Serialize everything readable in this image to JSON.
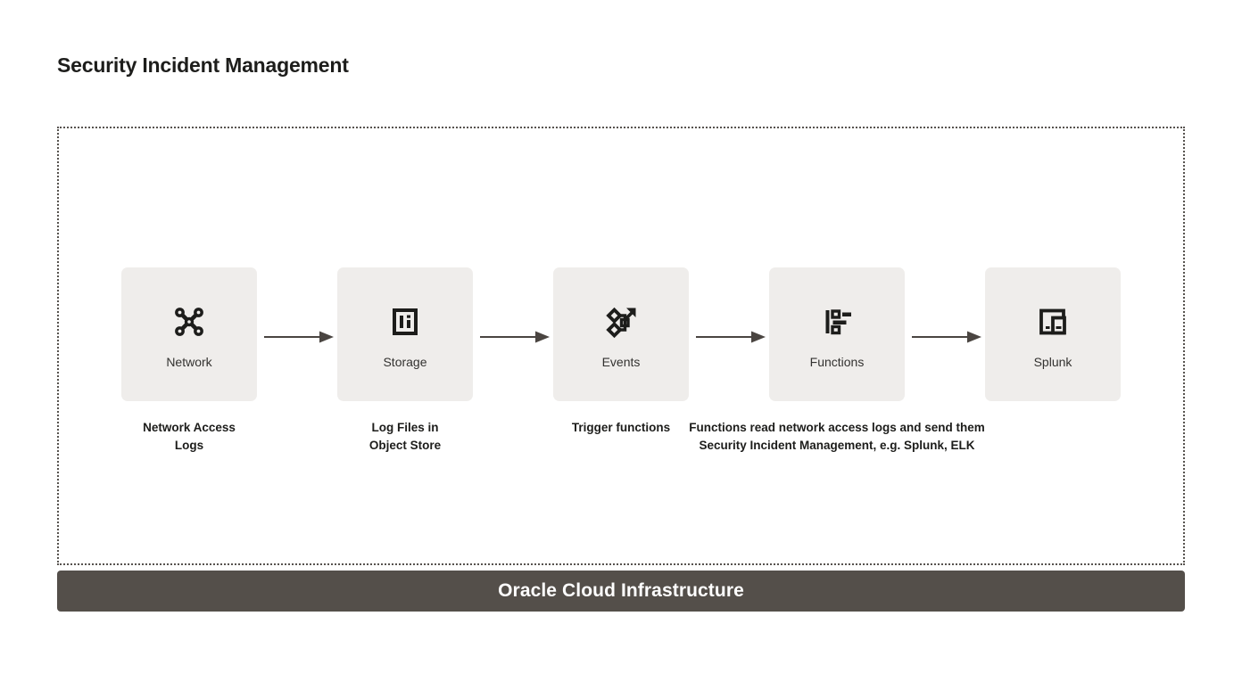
{
  "title": "Security Incident Management",
  "platform_band": {
    "label": "Oracle Cloud Infrastructure",
    "color": "#544F4A",
    "text_color": "#FFFFFF"
  },
  "region": {
    "border_style": "dotted",
    "border_color": "#57534F"
  },
  "theme": {
    "card_background": "#EFEDEB",
    "icon_color": "#1D1D1B",
    "arrow_color": "#4A4541",
    "text_color": "#1D1D1B",
    "label_color": "#333230"
  },
  "flow": {
    "nodes": [
      {
        "id": "network",
        "label": "Network",
        "icon": "network-hub-icon",
        "caption": "Network Access\nLogs"
      },
      {
        "id": "storage",
        "label": "Storage",
        "icon": "storage-drive-icon",
        "caption": "Log Files in\nObject Store"
      },
      {
        "id": "events",
        "label": "Events",
        "icon": "events-flow-icon",
        "caption": "Trigger functions"
      },
      {
        "id": "functions",
        "label": "Functions",
        "icon": "functions-blocks-icon",
        "caption": ""
      },
      {
        "id": "splunk",
        "label": "Splunk",
        "icon": "splunk-windows-icon",
        "caption": ""
      }
    ],
    "arrows": [
      {
        "id": "arrow-network-storage",
        "from": "network",
        "to": "storage"
      },
      {
        "id": "arrow-storage-events",
        "from": "storage",
        "to": "events"
      },
      {
        "id": "arrow-events-functions",
        "from": "events",
        "to": "functions"
      },
      {
        "id": "arrow-functions-splunk",
        "from": "functions",
        "to": "splunk"
      }
    ],
    "span_caption": "Functions read network access logs and send them\nSecurity Incident Management, e.g. Splunk, ELK"
  }
}
